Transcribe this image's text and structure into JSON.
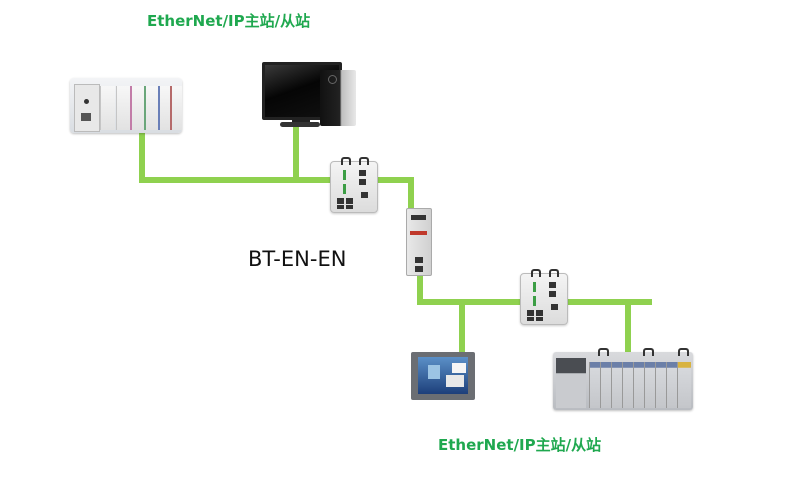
{
  "diagram": {
    "title_top": "EtherNet/IP主站/从站",
    "title_bottom": "EtherNet/IP主站/从站",
    "gateway_label": "BT-EN-EN",
    "wire_color": "#8fd14f",
    "label_color": "#1fa84f",
    "nodes": [
      {
        "id": "plc-compactlogix",
        "name": "PLC controller (upper network)"
      },
      {
        "id": "pc-workstation",
        "name": "PC workstation"
      },
      {
        "id": "switch-upper",
        "name": "Ethernet switch (upper network)"
      },
      {
        "id": "gateway",
        "name": "BT-EN-EN gateway"
      },
      {
        "id": "switch-lower",
        "name": "Ethernet switch (lower network)"
      },
      {
        "id": "hmi",
        "name": "HMI touch panel"
      },
      {
        "id": "plc-controllogix",
        "name": "PLC rack (lower network)"
      }
    ],
    "edges": [
      {
        "from": "plc-compactlogix",
        "to": "switch-upper"
      },
      {
        "from": "pc-workstation",
        "to": "switch-upper"
      },
      {
        "from": "switch-upper",
        "to": "gateway"
      },
      {
        "from": "gateway",
        "to": "switch-lower"
      },
      {
        "from": "switch-lower",
        "to": "hmi"
      },
      {
        "from": "switch-lower",
        "to": "plc-controllogix"
      }
    ]
  }
}
